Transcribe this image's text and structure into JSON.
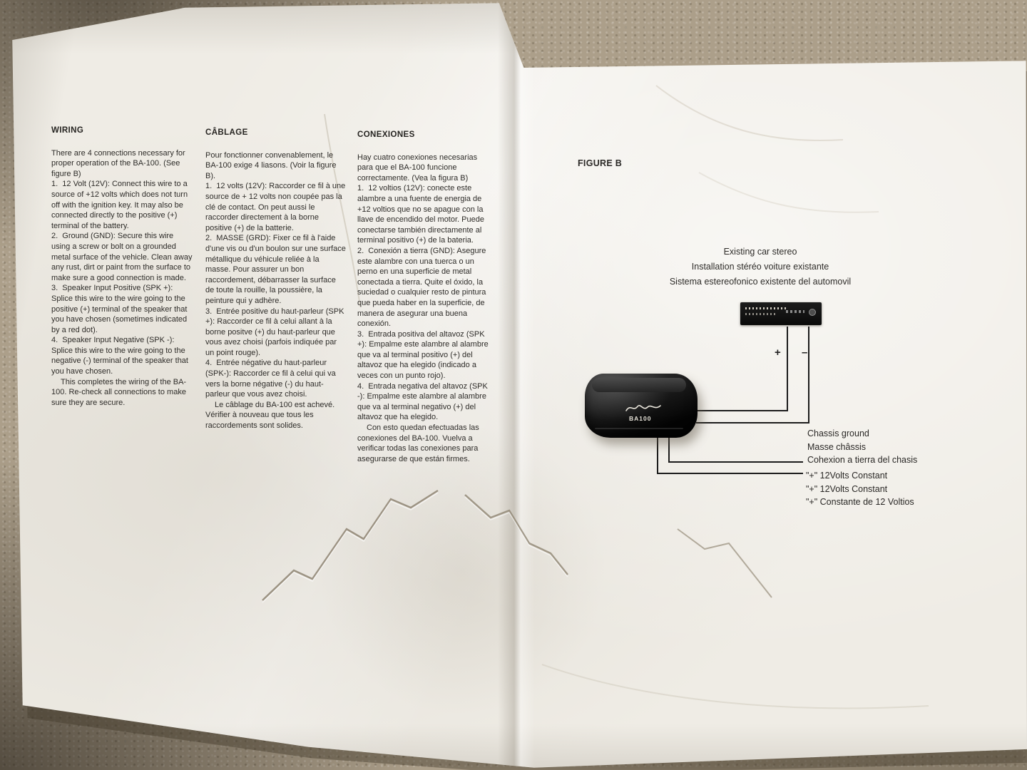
{
  "document": {
    "columns": [
      {
        "heading": "WIRING",
        "paragraphs": [
          "There are 4 connections necessary for proper operation of the BA-100. (See figure B)",
          "1.  12 Volt (12V): Connect this wire to a source of +12 volts which does not turn off with the ignition key. It may also be connected directly to the positive (+) terminal of the battery.",
          "2.  Ground (GND): Secure this wire using a screw or bolt on a grounded metal surface of the vehicle. Clean away any rust, dirt or paint from the surface to make sure a good connection is made.",
          "3.  Speaker Input Positive (SPK +): Splice this wire to the wire going to the positive (+) terminal of the speaker that you have chosen (sometimes indicated by a red dot).",
          "4.  Speaker Input Negative (SPK -): Splice this wire to the wire going to the negative (-) terminal of the speaker that you have chosen.",
          "This completes the wiring of the BA-100. Re-check all connections to make sure they are secure."
        ]
      },
      {
        "heading": "CÂBLAGE",
        "paragraphs": [
          "Pour fonctionner convenablement, le BA-100 exige 4 liasons. (Voir la figure B).",
          "1.  12 volts (12V): Raccorder ce fil à une source de + 12 volts non coupée pas la clé de contact. On peut aussi le raccorder directement à la borne positive (+) de la batterie.",
          "2.  MASSE (GRD): Fixer ce fil à l'aide d'une vis ou d'un boulon sur une surface métallique du véhicule reliée à la masse. Pour assurer un bon raccordement, débarrasser la surface de toute la rouille, la poussière, la peinture qui y adhère.",
          "3.  Entrée positive du haut-parleur (SPK +): Raccorder ce fil à celui allant à la borne positve (+) du haut-parleur que vous avez choisi (parfois indiquée par un point rouge).",
          "4.  Entrée négative du haut-parleur (SPK-): Raccorder ce fil à celui qui va vers la borne négative (-) du haut-parleur que vous avez choisi.",
          "Le câblage du BA-100 est achevé. Vérifier à nouveau que tous les raccordements sont solides."
        ]
      },
      {
        "heading": "CONEXIONES",
        "paragraphs": [
          "Hay cuatro conexiones necesarias para que el BA-100 funcione correctamente. (Vea la figura B)",
          "1.  12 voltios (12V): conecte este alambre a una fuente de energia de +12 voltios que no se apague con la llave de encendido del motor. Puede conectarse también directamente al terminal positivo (+) de la bateria.",
          "2.  Conexión a tierra (GND): Asegure este alambre con una tuerca o un perno en una superficie de metal conectada a tierra. Quite el óxido, la suciedad o cualquier resto de pintura que pueda haber en la superficie, de manera de asegurar una buena conexión.",
          "3.  Entrada positiva del altavoz (SPK +): Empalme este alambre al alambre que va al terminal positivo (+) del altavoz que ha elegido (indicado a veces con un punto rojo).",
          "4.  Entrada negativa del altavoz (SPK -): Empalme este alambre al alambre que va al terminal negativo (+) del altavoz que ha elegido.",
          "Con esto quedan efectuadas las conexiones del BA-100. Vuelva a verificar todas las conexiones para asegurarse de que están firmes."
        ]
      }
    ],
    "figure": {
      "label": "FIGURE B",
      "stereo_caption_en": "Existing car stereo",
      "stereo_caption_fr": "Installation stéréo voiture existante",
      "stereo_caption_es": "Sistema estereofonico existente del automovil",
      "plus": "+",
      "minus": "–",
      "device_model": "BA100",
      "chassis_label_en": "Chassis ground",
      "chassis_label_fr": "Masse châssis",
      "chassis_label_es": "Cohexion a tierra del chasis",
      "power_label_1": "\"+\" 12Volts Constant",
      "power_label_2": "\"+\" 12Volts Constant",
      "power_label_3": "\"+\" Constante de 12 Voltios"
    }
  }
}
